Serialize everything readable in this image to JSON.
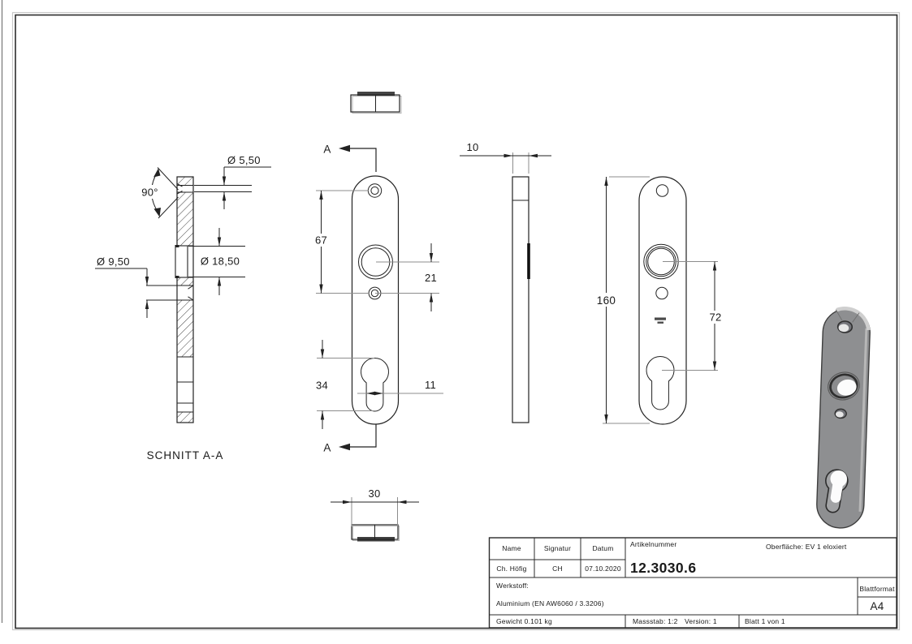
{
  "sheet": {
    "bg": "#ffffff",
    "line_color": "#222222",
    "leader_color": "#8c8c8c",
    "part_color": "#8e8f91"
  },
  "views": {
    "section": {
      "label": "SCHNITT A-A",
      "dim_angle": "90°",
      "dim_top_hole": "Ø 5,50",
      "dim_side_hole": "Ø 9,50",
      "dim_ring": "Ø 18,50"
    },
    "front": {
      "cut_marker": "A",
      "dim_hole_spacing": "67",
      "dim_offset": "21",
      "dim_keyhole_height": "34",
      "dim_keyhole_width": "11"
    },
    "side": {
      "dim_thickness": "10"
    },
    "bottom": {
      "dim_width": "30"
    },
    "right": {
      "dim_height": "160",
      "dim_cylinder_offset": "72"
    }
  },
  "title_block": {
    "col_name": "Name",
    "col_signatur": "Signatur",
    "col_datum": "Datum",
    "name": "Ch. Höfig",
    "signatur": "CH",
    "datum": "07.10.2020",
    "artikelnummer_label": "Artikelnummer",
    "artikelnummer": "12.3030.6",
    "oberflaeche": "Oberfläche:  EV 1 eloxiert",
    "werkstoff_label": "Werkstoff:",
    "werkstoff": "Aluminium (EN AW6060 / 3.3206)",
    "blattformat_label": "Blattformat",
    "blattformat": "A4",
    "gewicht": "Gewicht 0.101 kg",
    "massstab": "Massstab: 1:2",
    "version": "Version: 1",
    "blatt": "Blatt 1 von 1"
  }
}
